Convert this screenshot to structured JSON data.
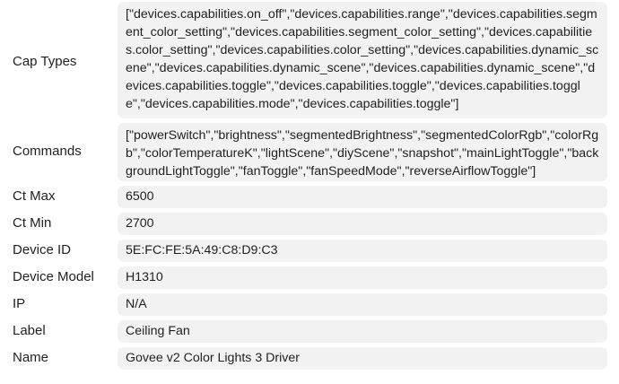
{
  "attributes": [
    {
      "label": "Cap Types",
      "value": "[\"devices.capabilities.on_off\",\"devices.capabilities.range\",\"devices.capabilities.segment_color_setting\",\"devices.capabilities.segment_color_setting\",\"devices.capabilities.color_setting\",\"devices.capabilities.color_setting\",\"devices.capabilities.dynamic_scene\",\"devices.capabilities.dynamic_scene\",\"devices.capabilities.dynamic_scene\",\"devices.capabilities.toggle\",\"devices.capabilities.toggle\",\"devices.capabilities.toggle\",\"devices.capabilities.mode\",\"devices.capabilities.toggle\"]"
    },
    {
      "label": "Commands",
      "value": "[\"powerSwitch\",\"brightness\",\"segmentedBrightness\",\"segmentedColorRgb\",\"colorRgb\",\"colorTemperatureK\",\"lightScene\",\"diyScene\",\"snapshot\",\"mainLightToggle\",\"backgroundLightToggle\",\"fanToggle\",\"fanSpeedMode\",\"reverseAirflowToggle\"]"
    },
    {
      "label": "Ct Max",
      "value": "6500"
    },
    {
      "label": "Ct Min",
      "value": "2700"
    },
    {
      "label": "Device ID",
      "value": "5E:FC:FE:5A:49:C8:D9:C3"
    },
    {
      "label": "Device Model",
      "value": "H1310"
    },
    {
      "label": "IP",
      "value": "N/A"
    },
    {
      "label": "Label",
      "value": "Ceiling Fan"
    },
    {
      "label": "Name",
      "value": "Govee v2 Color Lights 3 Driver"
    }
  ]
}
